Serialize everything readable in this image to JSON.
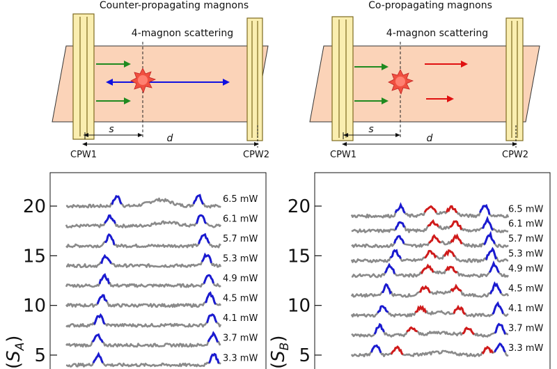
{
  "top_left": {
    "title": "Counter-propagating magnons",
    "subtitle": "4-magnon scattering",
    "left_label": "CPW1",
    "right_label": "CPW2",
    "s_label": "s",
    "d_label": "d"
  },
  "top_right": {
    "title": "Co-propagating magnons",
    "subtitle": "4-magnon scattering",
    "left_label": "CPW1",
    "right_label": "CPW2",
    "s_label": "s",
    "d_label": "d"
  },
  "colors": {
    "slab": "#fbd3b8",
    "cpw": "#faeeb0",
    "cpw_stroke": "#7d6a1e",
    "green_arrow": "#1f8a1f",
    "blue_arrow": "#1010e0",
    "red_arrow": "#e01010",
    "trace": "#8a8a8a",
    "peak_blue": "#1a1ad0",
    "peak_red": "#d01a1a"
  },
  "chart_data": [
    {
      "type": "line",
      "title": "",
      "ylabel": "(S_A)",
      "ylim": [
        3.5,
        23
      ],
      "yticks": [
        5,
        10,
        15,
        20
      ],
      "series_labels": [
        "6.5 mW",
        "6.1 mW",
        "5.7 mW",
        "5.3 mW",
        "4.9 mW",
        "4.5 mW",
        "4.1 mW",
        "3.7 mW",
        "3.3 mW"
      ],
      "baselines": [
        20.0,
        18.0,
        16.0,
        14.0,
        12.0,
        10.0,
        8.0,
        6.0,
        4.0
      ]
    },
    {
      "type": "line",
      "title": "",
      "ylabel": "(S_B)",
      "ylim": [
        3.5,
        23
      ],
      "yticks": [
        5,
        10,
        15,
        20
      ],
      "series_labels": [
        "6.5 mW",
        "6.1 mW",
        "5.7 mW",
        "5.3 mW",
        "4.9 mW",
        "4.5 mW",
        "4.1 mW",
        "3.7 mW",
        "3.3 mW"
      ],
      "baselines": [
        19.0,
        17.5,
        16.0,
        14.5,
        13.0,
        11.0,
        9.0,
        7.0,
        5.0
      ]
    }
  ]
}
